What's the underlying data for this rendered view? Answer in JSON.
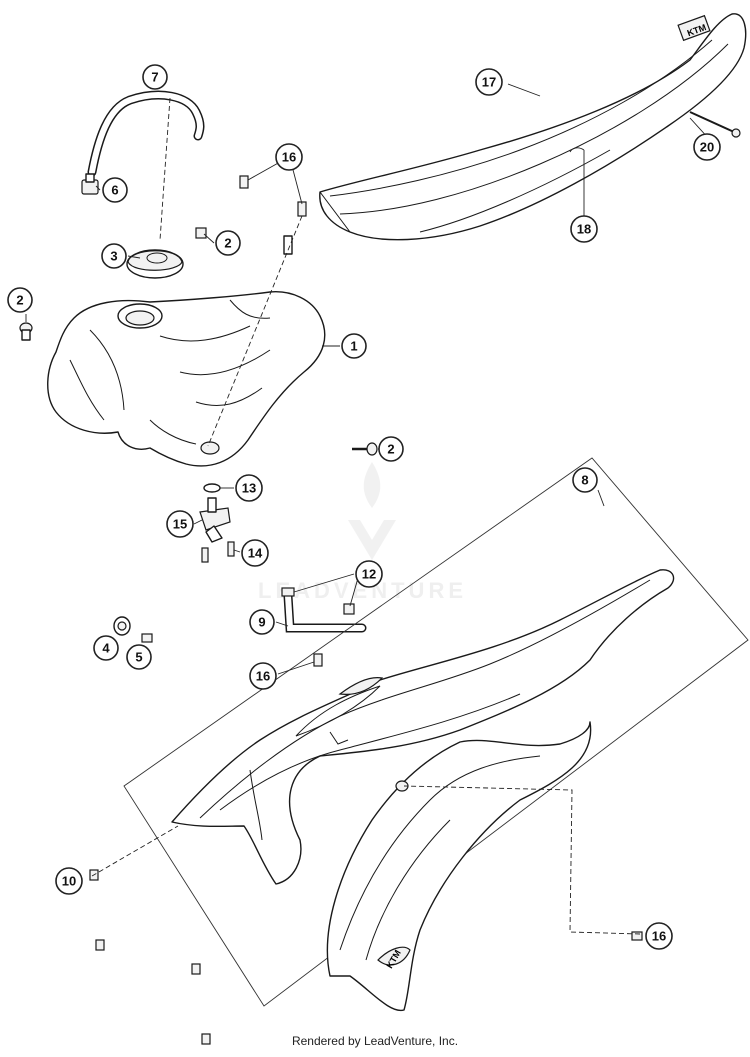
{
  "watermark": {
    "brand": "LEADVENTURE"
  },
  "footer": {
    "text": "Rendered by LeadVenture, Inc."
  },
  "seat_logo_text": "KTM",
  "shroud_logo_text": "KTM",
  "callouts": {
    "c1": "1",
    "c2a": "2",
    "c2b": "2",
    "c2c": "2",
    "c3": "3",
    "c4": "4",
    "c5": "5",
    "c6": "6",
    "c7": "7",
    "c8": "8",
    "c9": "9",
    "c10": "10",
    "c12": "12",
    "c13": "13",
    "c14": "14",
    "c15": "15",
    "c16a": "16",
    "c16b": "16",
    "c16c": "16",
    "c17": "17",
    "c18": "18",
    "c20": "20"
  }
}
